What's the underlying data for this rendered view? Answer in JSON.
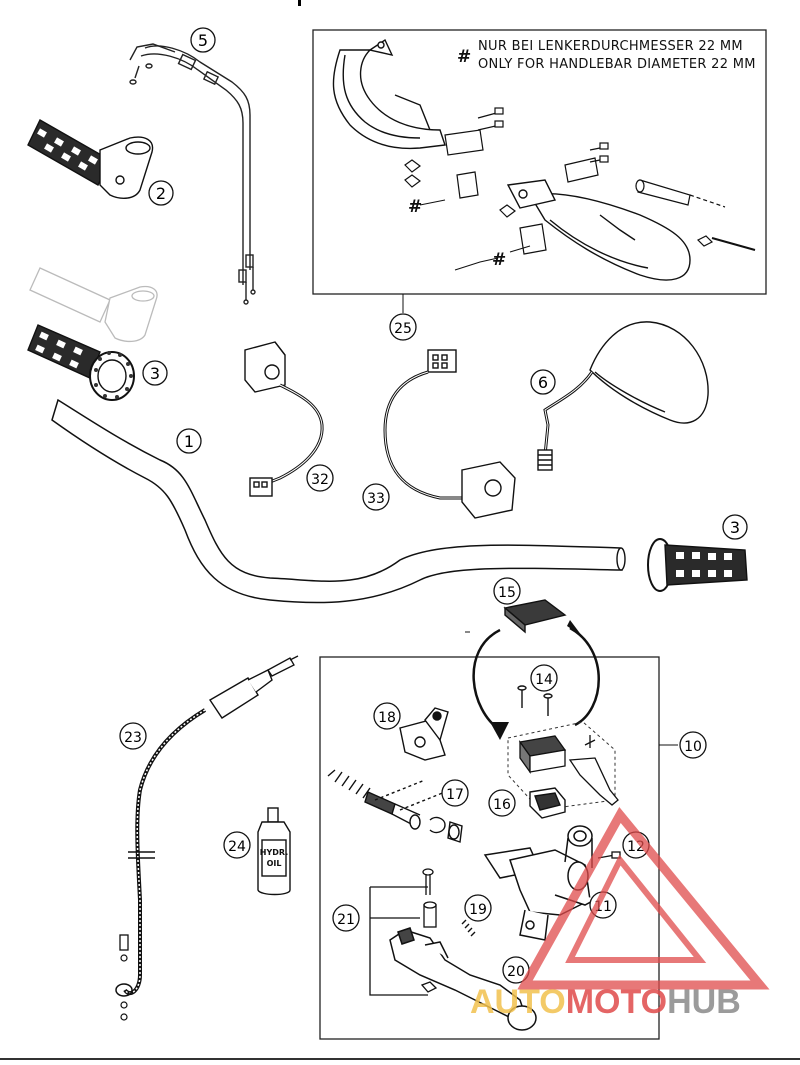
{
  "note": {
    "hash": "#",
    "line1": "NUR BEI LENKERDURCHMESSER 22 MM",
    "line2": "ONLY FOR HANDLEBAR DIAMETER 22 MM"
  },
  "hash_marks": [
    "#",
    "#",
    "#"
  ],
  "oil_label": {
    "line1": "HYDR.",
    "line2": "OIL"
  },
  "parts": {
    "p1": "1",
    "p2": "2",
    "p3a": "3",
    "p3b": "3",
    "p5": "5",
    "p6": "6",
    "p10": "10",
    "p11": "11",
    "p12": "12",
    "p14": "14",
    "p15": "15",
    "p16": "16",
    "p17": "17",
    "p18": "18",
    "p19": "19",
    "p20": "20",
    "p21": "21",
    "p23": "23",
    "p24": "24",
    "p25": "25",
    "p32": "32",
    "p33": "33"
  },
  "watermark": {
    "part1": "AUTO",
    "part2": "MOTO",
    "part3": "HUB"
  },
  "colors": {
    "watermark_red": "#e04b4b",
    "watermark_yellow": "#f2c14e",
    "watermark_gray": "#8a8a8a"
  }
}
